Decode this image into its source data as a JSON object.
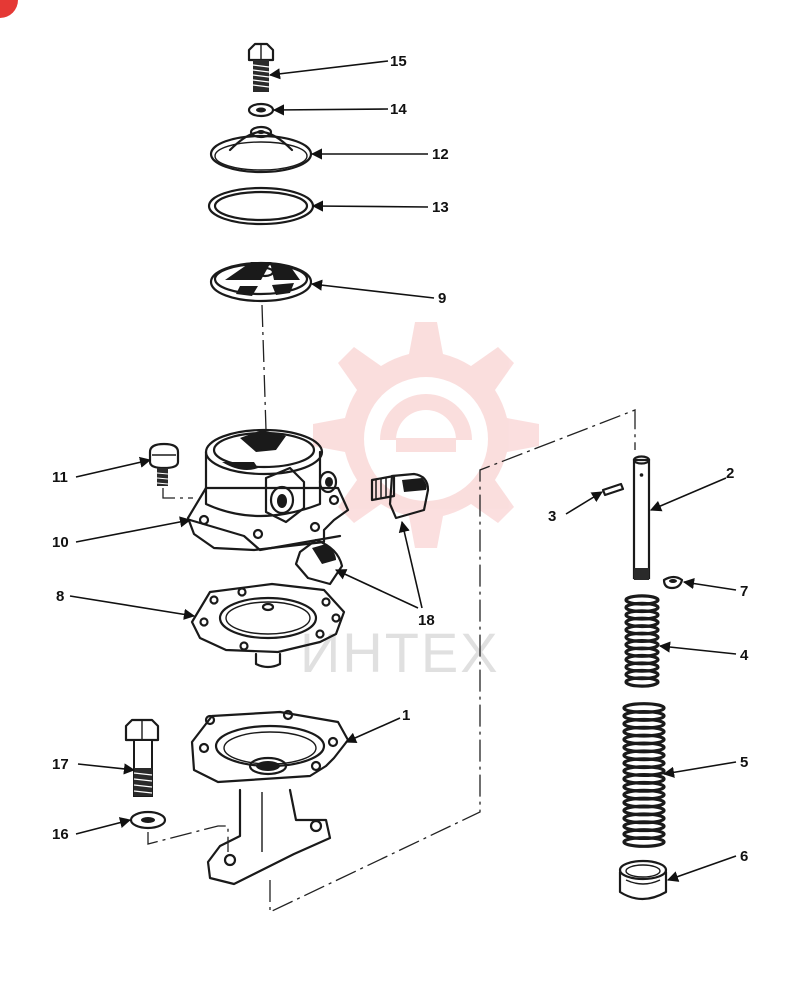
{
  "diagram": {
    "callouts": [
      {
        "id": "c15",
        "text": "15"
      },
      {
        "id": "c14",
        "text": "14"
      },
      {
        "id": "c12",
        "text": "12"
      },
      {
        "id": "c13",
        "text": "13"
      },
      {
        "id": "c9",
        "text": "9"
      },
      {
        "id": "c11",
        "text": "11"
      },
      {
        "id": "c10",
        "text": "10"
      },
      {
        "id": "c18",
        "text": "18"
      },
      {
        "id": "c8",
        "text": "8"
      },
      {
        "id": "c1",
        "text": "1"
      },
      {
        "id": "c17",
        "text": "17"
      },
      {
        "id": "c16",
        "text": "16"
      },
      {
        "id": "c2",
        "text": "2"
      },
      {
        "id": "c3",
        "text": "3"
      },
      {
        "id": "c7",
        "text": "7"
      },
      {
        "id": "c4",
        "text": "4"
      },
      {
        "id": "c5",
        "text": "5"
      },
      {
        "id": "c6",
        "text": "6"
      }
    ]
  },
  "watermark": {
    "text": "ИНТЕХ",
    "color": "#e53935"
  }
}
